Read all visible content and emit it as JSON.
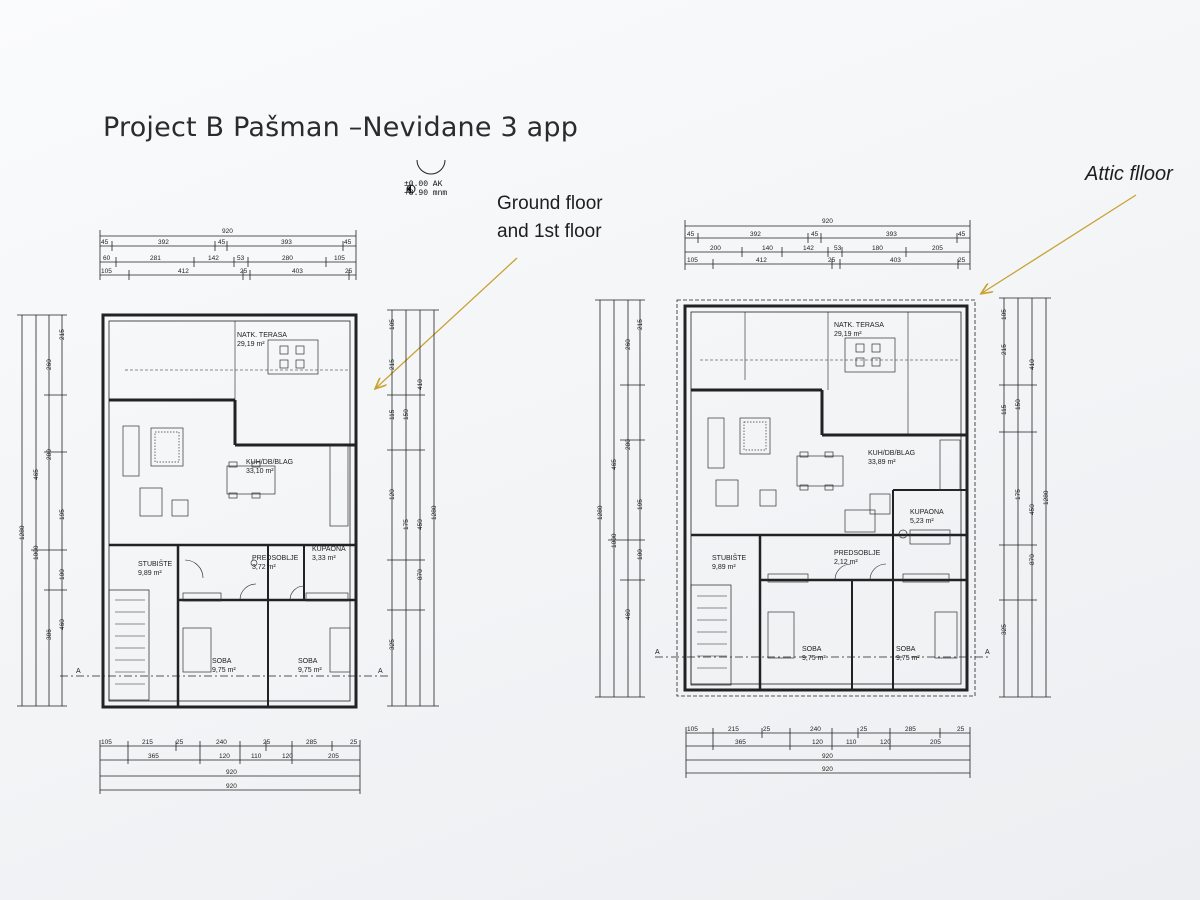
{
  "title": "Project B Pašman –Nevidane 3 app",
  "annotations": {
    "ground_caption_line1": "Ground floor",
    "ground_caption_line2": "and 1st floor",
    "attic_caption": "Attic flloor",
    "arrow_color": "#c9a232"
  },
  "level_mark": {
    "line1": "±0.00 AK",
    "line2": "+8.90 mnm"
  },
  "ground_plan": {
    "rooms": {
      "terrace": {
        "name": "NATK. TERASA",
        "area": "29,19 m²"
      },
      "kitchen": {
        "name": "KUH/DB/BLAG",
        "area": "33,10 m²"
      },
      "stairs": {
        "name": "STUBIŠTE",
        "area": "9,89 m²"
      },
      "hall": {
        "name": "PREDSOBLJE",
        "area": "3,72 m²"
      },
      "bath": {
        "name": "KUPAONA",
        "area": "3,33 m²"
      },
      "bed1": {
        "name": "SOBA",
        "area": "9,75 m²"
      },
      "bed2": {
        "name": "SOBA",
        "area": "9,75 m²"
      }
    },
    "top_dims": {
      "total": "920",
      "row1": [
        "45",
        "392",
        "45",
        "393",
        "45"
      ],
      "row2": [
        "60",
        "281",
        "142",
        "53",
        "280",
        "105"
      ],
      "row3": [
        "105",
        "412",
        "25",
        "403",
        "25"
      ]
    },
    "bottom_dims": {
      "row1": [
        "105",
        "215",
        "25",
        "240",
        "25",
        "285",
        "25"
      ],
      "row2": [
        "365",
        "120",
        "110",
        "120",
        "205"
      ],
      "row3": "920",
      "row4": "920"
    },
    "section_mark": "A"
  },
  "attic_plan": {
    "rooms": {
      "terrace": {
        "name": "NATK. TERASA",
        "area": "29,19 m²"
      },
      "kitchen": {
        "name": "KUH/DB/BLAG",
        "area": "33,89 m²"
      },
      "bath": {
        "name": "KUPAONA",
        "area": "5,23 m²"
      },
      "stairs": {
        "name": "STUBIŠTE",
        "area": "9,89 m²"
      },
      "hall": {
        "name": "PREDSOBLJE",
        "area": "2,12 m²"
      },
      "bed1": {
        "name": "SOBA",
        "area": "9,75 m²"
      },
      "bed2": {
        "name": "SOBA",
        "area": "9,75 m²"
      }
    },
    "top_dims": {
      "total": "920",
      "row1": [
        "45",
        "392",
        "45",
        "393",
        "45"
      ],
      "row2": [
        "200",
        "140",
        "142",
        "53",
        "180",
        "205"
      ],
      "row3": [
        "105",
        "412",
        "25",
        "403",
        "25"
      ]
    },
    "bottom_dims": {
      "row1": [
        "105",
        "215",
        "25",
        "240",
        "25",
        "285",
        "25"
      ],
      "row2": [
        "365",
        "120",
        "110",
        "120",
        "205"
      ],
      "row3": "920",
      "row4": "920"
    },
    "section_mark": "A"
  }
}
